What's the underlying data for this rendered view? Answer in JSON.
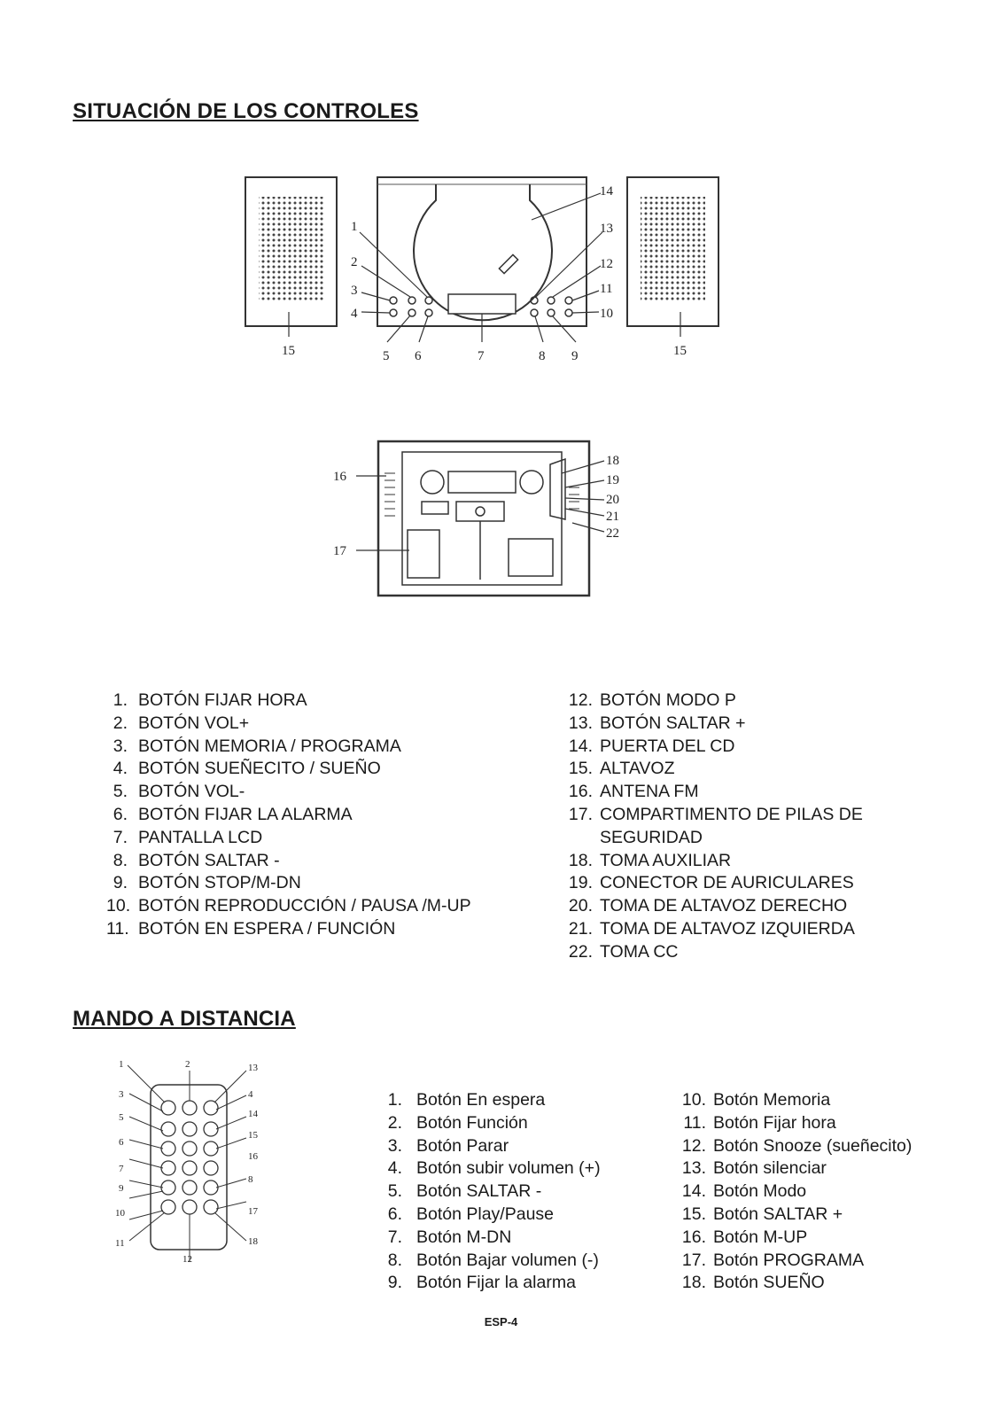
{
  "sections": {
    "controls_title": "SITUACIÓN DE LOS CONTROLES",
    "remote_title": "MANDO A DISTANCIA"
  },
  "front_diagram": {
    "callouts": [
      "1",
      "2",
      "3",
      "4",
      "5",
      "6",
      "7",
      "8",
      "9",
      "10",
      "11",
      "12",
      "13",
      "14",
      "15",
      "15"
    ]
  },
  "rear_diagram": {
    "callouts": [
      "16",
      "17",
      "18",
      "19",
      "20",
      "21",
      "22"
    ]
  },
  "remote_diagram": {
    "callouts": [
      "1",
      "2",
      "13",
      "3",
      "4",
      "14",
      "5",
      "15",
      "6",
      "16",
      "7",
      "8",
      "9",
      "17",
      "10",
      "11",
      "18",
      "12"
    ]
  },
  "controls_list_left": [
    {
      "num": "1.",
      "text": "BOTÓN FIJAR HORA"
    },
    {
      "num": "2.",
      "text": "BOTÓN VOL+"
    },
    {
      "num": "3.",
      "text": "BOTÓN MEMORIA / PROGRAMA"
    },
    {
      "num": "4.",
      "text": "BOTÓN SUEÑECITO / SUEÑO"
    },
    {
      "num": "5.",
      "text": "BOTÓN VOL-"
    },
    {
      "num": "6.",
      "text": "BOTÓN FIJAR LA ALARMA"
    },
    {
      "num": "7.",
      "text": "PANTALLA LCD"
    },
    {
      "num": "8.",
      "text": "BOTÓN SALTAR -"
    },
    {
      "num": "9.",
      "text": "BOTÓN STOP/M-DN"
    },
    {
      "num": "10.",
      "text": "BOTÓN REPRODUCCIÓN / PAUSA /M-UP"
    },
    {
      "num": "11.",
      "text": "BOTÓN EN ESPERA / FUNCIÓN"
    }
  ],
  "controls_list_right": [
    {
      "num": "12.",
      "text": "BOTÓN MODO P"
    },
    {
      "num": "13.",
      "text": "BOTÓN SALTAR +"
    },
    {
      "num": "14.",
      "text": "PUERTA DEL CD"
    },
    {
      "num": "15.",
      "text": "ALTAVOZ"
    },
    {
      "num": "16.",
      "text": "ANTENA FM"
    },
    {
      "num": "17.",
      "text": "COMPARTIMENTO DE PILAS DE SEGURIDAD"
    },
    {
      "num": "18.",
      "text": "TOMA AUXILIAR"
    },
    {
      "num": "19.",
      "text": "CONECTOR DE AURICULARES"
    },
    {
      "num": "20.",
      "text": "TOMA DE ALTAVOZ DERECHO"
    },
    {
      "num": "21.",
      "text": "TOMA DE ALTAVOZ IZQUIERDA"
    },
    {
      "num": "22.",
      "text": "TOMA CC"
    }
  ],
  "remote_list_left": [
    {
      "num": "1.",
      "text": "Botón En espera"
    },
    {
      "num": "2.",
      "text": "Botón Función"
    },
    {
      "num": "3.",
      "text": "Botón Parar"
    },
    {
      "num": "4.",
      "text": "Botón subir volumen (+)"
    },
    {
      "num": "5.",
      "text": "Botón SALTAR -"
    },
    {
      "num": "6.",
      "text": "Botón Play/Pause"
    },
    {
      "num": "7.",
      "text": "Botón M-DN"
    },
    {
      "num": "8.",
      "text": "Botón Bajar volumen (-)"
    },
    {
      "num": "9.",
      "text": "Botón Fijar la alarma"
    }
  ],
  "remote_list_right": [
    {
      "num": "10.",
      "text": "Botón Memoria"
    },
    {
      "num": "11.",
      "text": "Botón Fijar hora"
    },
    {
      "num": "12.",
      "text": "Botón Snooze (sueñecito)"
    },
    {
      "num": "13.",
      "text": "Botón silenciar"
    },
    {
      "num": "14.",
      "text": "Botón Modo"
    },
    {
      "num": "15.",
      "text": "Botón SALTAR +"
    },
    {
      "num": "16.",
      "text": "Botón M-UP"
    },
    {
      "num": "17.",
      "text": "Botón PROGRAMA"
    },
    {
      "num": "18.",
      "text": "Botón SUEÑO"
    }
  ],
  "footer": {
    "page_number": "ESP-4"
  }
}
